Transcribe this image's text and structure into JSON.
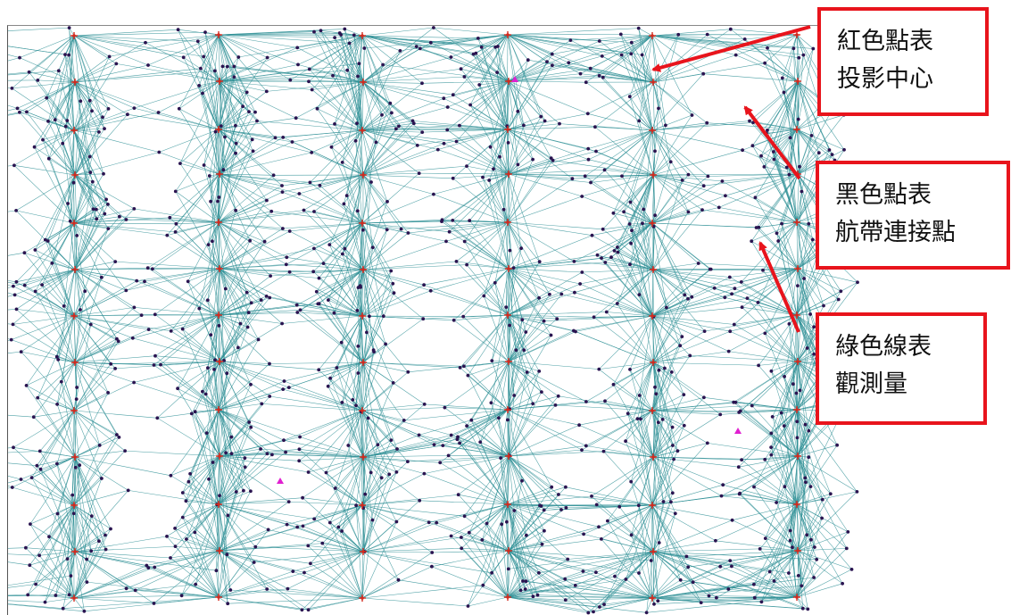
{
  "callouts": {
    "red": {
      "line1": "紅色點表",
      "line2": "投影中心",
      "color": "#e8141c"
    },
    "black": {
      "line1": "黑色點表",
      "line2": "航帶連接點",
      "color": "#1a1040"
    },
    "green": {
      "line1": "綠色線表",
      "line2": "觀測量",
      "color": "#2a8a8a"
    }
  },
  "colors": {
    "observation_line": "#2e8f95",
    "projection_center": "#d42a1e",
    "tie_point": "#2a1450",
    "control_point": "#e020d0",
    "arrow": "#e8141c"
  }
}
